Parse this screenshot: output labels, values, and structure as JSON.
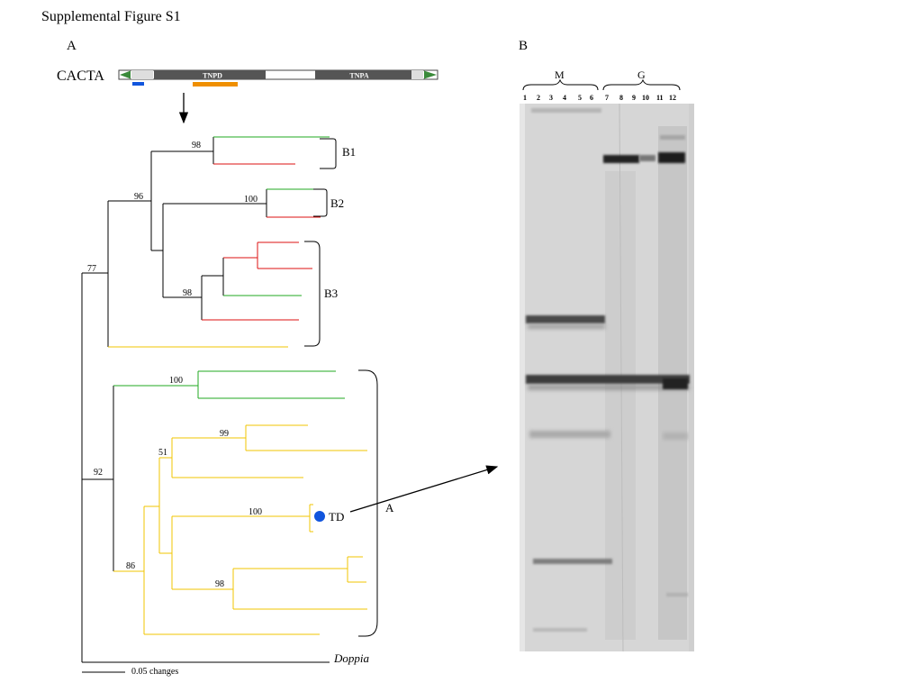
{
  "figure": {
    "title": "Supplemental Figure S1",
    "panel_a": "A",
    "panel_b": "B"
  },
  "element_map": {
    "name": "CACTA",
    "segments": [
      "TNPD",
      "TNPA"
    ]
  },
  "tree": {
    "bootstrap": [
      "98",
      "96",
      "100",
      "77",
      "98",
      "100",
      "92",
      "99",
      "51",
      "100",
      "86",
      "98"
    ],
    "clades": [
      "B1",
      "B2",
      "B3",
      "A"
    ],
    "marker_label": "TD",
    "outgroup": "Doppia",
    "scale_label": "0.05 changes"
  },
  "gel": {
    "groups": [
      "M",
      "G"
    ],
    "lanes": [
      "1",
      "2",
      "3",
      "4",
      "5",
      "6",
      "7",
      "8",
      "9",
      "10",
      "11",
      "12"
    ]
  },
  "colors": {
    "green": "#22aa22",
    "red": "#dd1111",
    "yellow": "#f2c400",
    "blue": "#1155dd",
    "orange": "#ef8f00",
    "gel_bg": "#d6d6d6"
  }
}
